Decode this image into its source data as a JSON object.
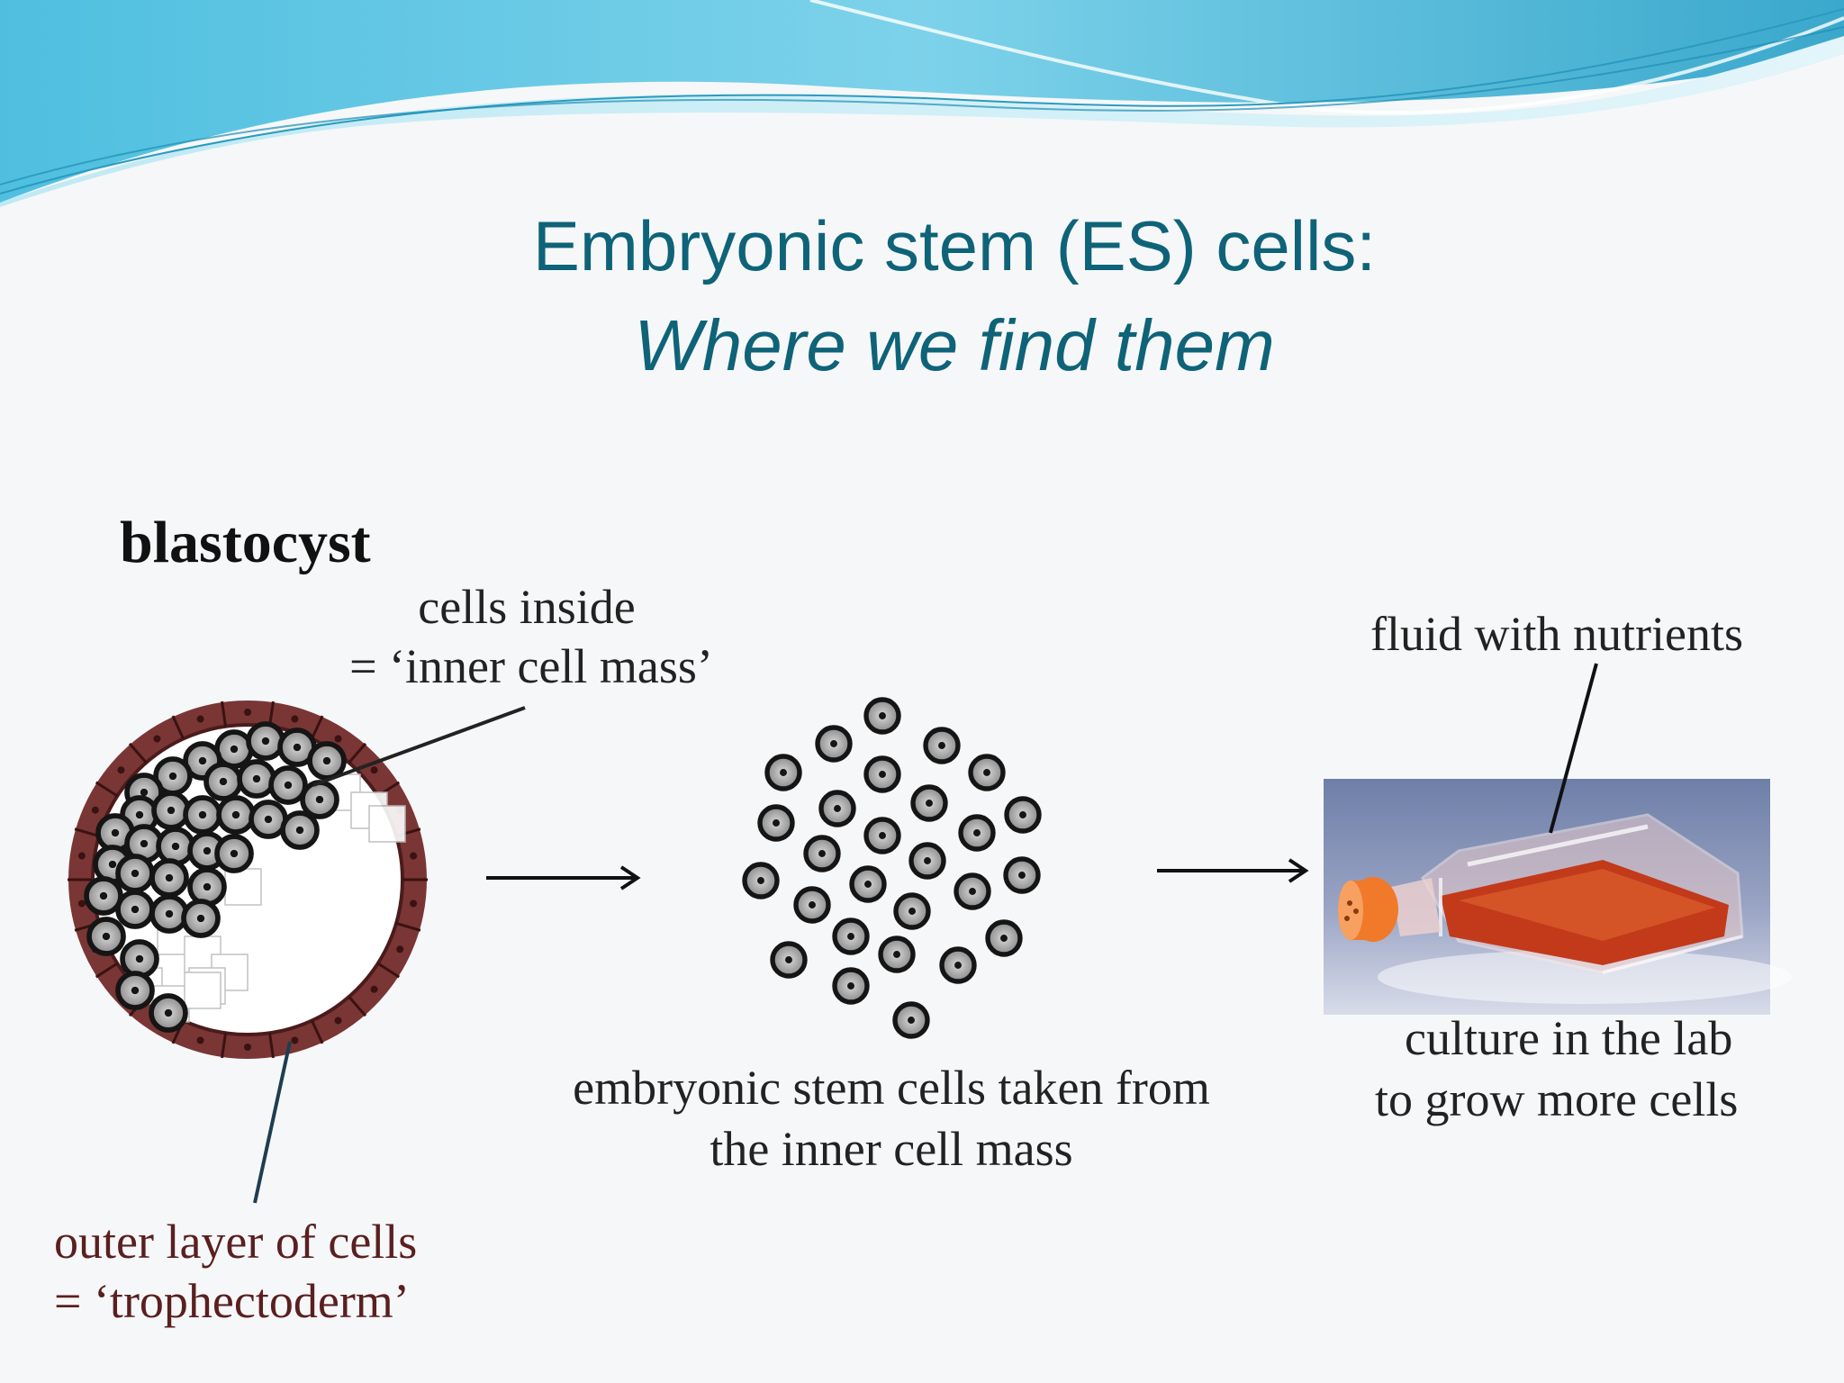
{
  "slide": {
    "title_line1": "Embryonic stem (ES) cells:",
    "title_line2": "Where we find them",
    "blastocyst_label": "blastocyst",
    "inner_label_line1": "cells inside",
    "inner_label_line2": "= ‘inner cell mass’",
    "outer_label_line1": "outer layer of cells",
    "outer_label_line2": "= ‘trophectoderm’",
    "es_label_line1": "embryonic stem cells taken from",
    "es_label_line2": "the inner cell mass",
    "fluid_label": "fluid with nutrients",
    "culture_label_line1": "culture in the lab",
    "culture_label_line2": "to grow more cells"
  },
  "colors": {
    "title": "#0e6378",
    "trophectoderm": "#7a3535",
    "outer_text": "#5a1f1f",
    "cell_ring": "#1a1a1a",
    "flask_fluid": "#c23a1a",
    "flask_cap": "#f07a2a",
    "banner_light": "#cfeef6",
    "banner_dark": "#3aa8cc"
  }
}
